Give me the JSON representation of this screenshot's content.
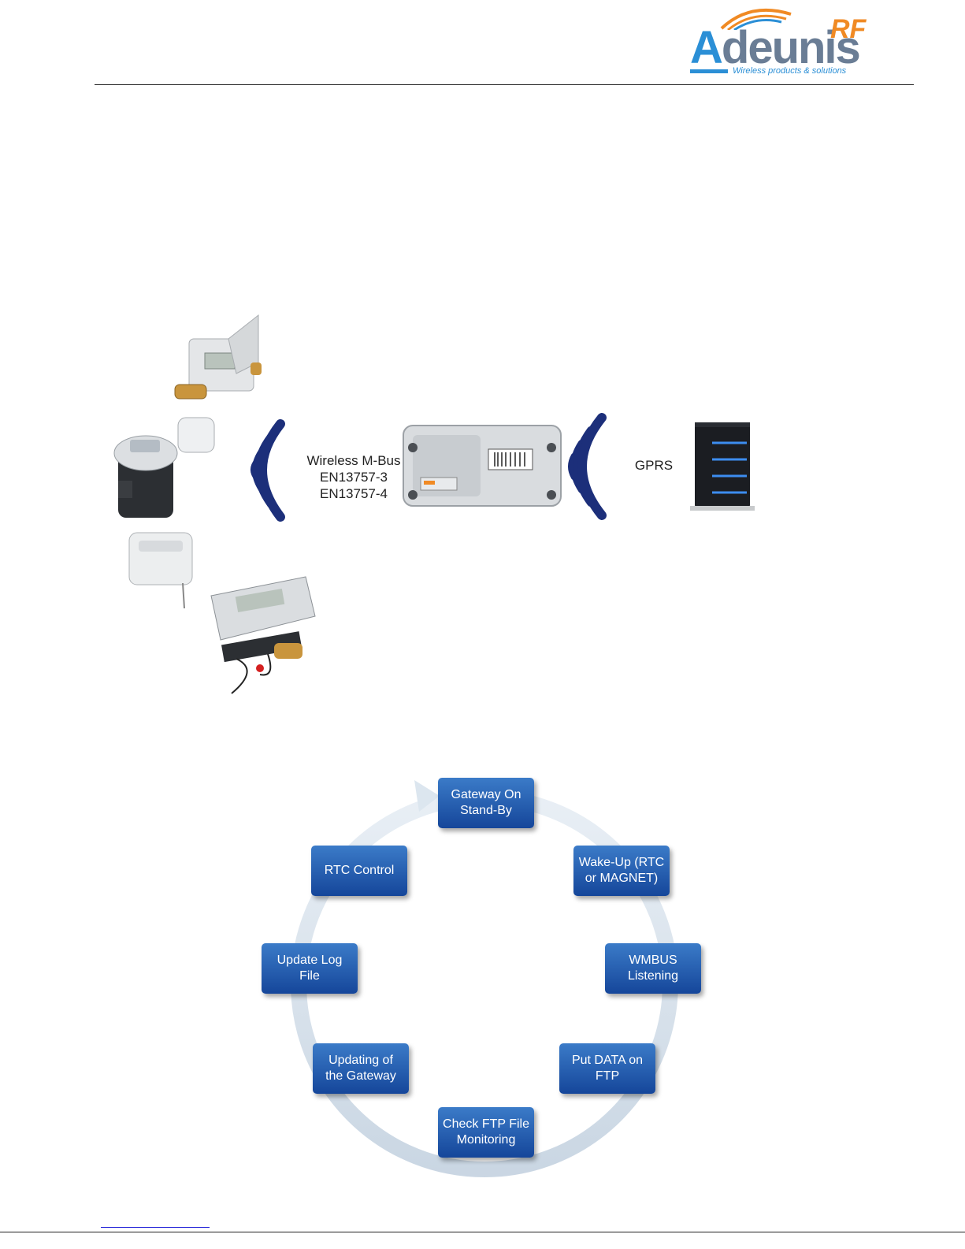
{
  "header": {
    "logo_initial": "A",
    "logo_rest": "deunis",
    "logo_suffix": "RF",
    "logo_tagline": "Wireless products & solutions"
  },
  "network": {
    "wireless_label": [
      "Wireless M-Bus",
      "EN13757-3",
      "EN13757-4"
    ],
    "gprs_label": "GPRS",
    "colors": {
      "waves": "#1c2f7a"
    }
  },
  "cycle": {
    "colors": {
      "node_top": "#3b7bc8",
      "node_bottom": "#15469a",
      "ring": "#cfdbe8"
    },
    "steps": [
      "Gateway On\nStand-By",
      "Wake-Up (RTC\nor MAGNET)",
      "WMBUS\nListening",
      "Put DATA on\nFTP",
      "Check FTP File\nMonitoring",
      "Updating of\nthe Gateway",
      "Update Log\nFile",
      "RTC Control"
    ]
  }
}
